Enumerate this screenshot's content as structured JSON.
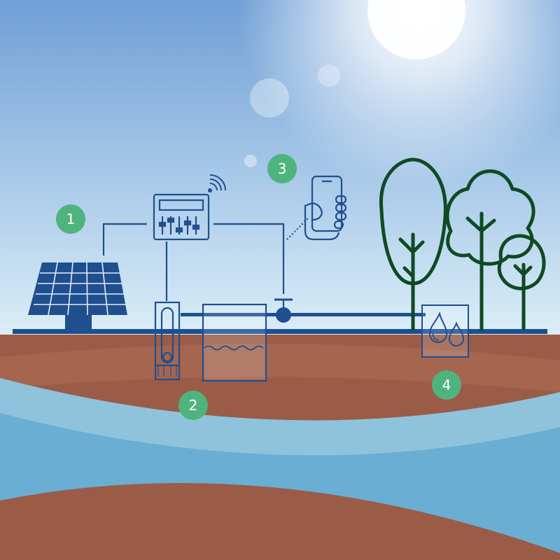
{
  "colors": {
    "sky_top": "#6f9fd6",
    "sky_bottom": "#dbeef8",
    "sun": "#ffffff",
    "line_blue": "#1f4f8f",
    "tree_green": "#0f4a23",
    "soil_top": "#9a5c46",
    "soil_mid": "#a96a52",
    "water_light": "#8ec3db",
    "water_mid": "#6aaed3",
    "badge_green": "#4fb37d"
  },
  "markers": [
    {
      "label": "1",
      "component": "solar-panel"
    },
    {
      "label": "2",
      "component": "pump-and-tank"
    },
    {
      "label": "3",
      "component": "smartphone-remote"
    },
    {
      "label": "4",
      "component": "soil-moisture-sensor"
    }
  ],
  "icons": {
    "solar_panel": "solar-panel-icon",
    "controller": "controller-icon",
    "wifi": "wifi-icon",
    "phone": "smartphone-icon",
    "pump": "pump-icon",
    "tank": "water-tank-icon",
    "valve": "valve-icon",
    "sensor": "moisture-sensor-icon",
    "trees": "tree-icon"
  }
}
